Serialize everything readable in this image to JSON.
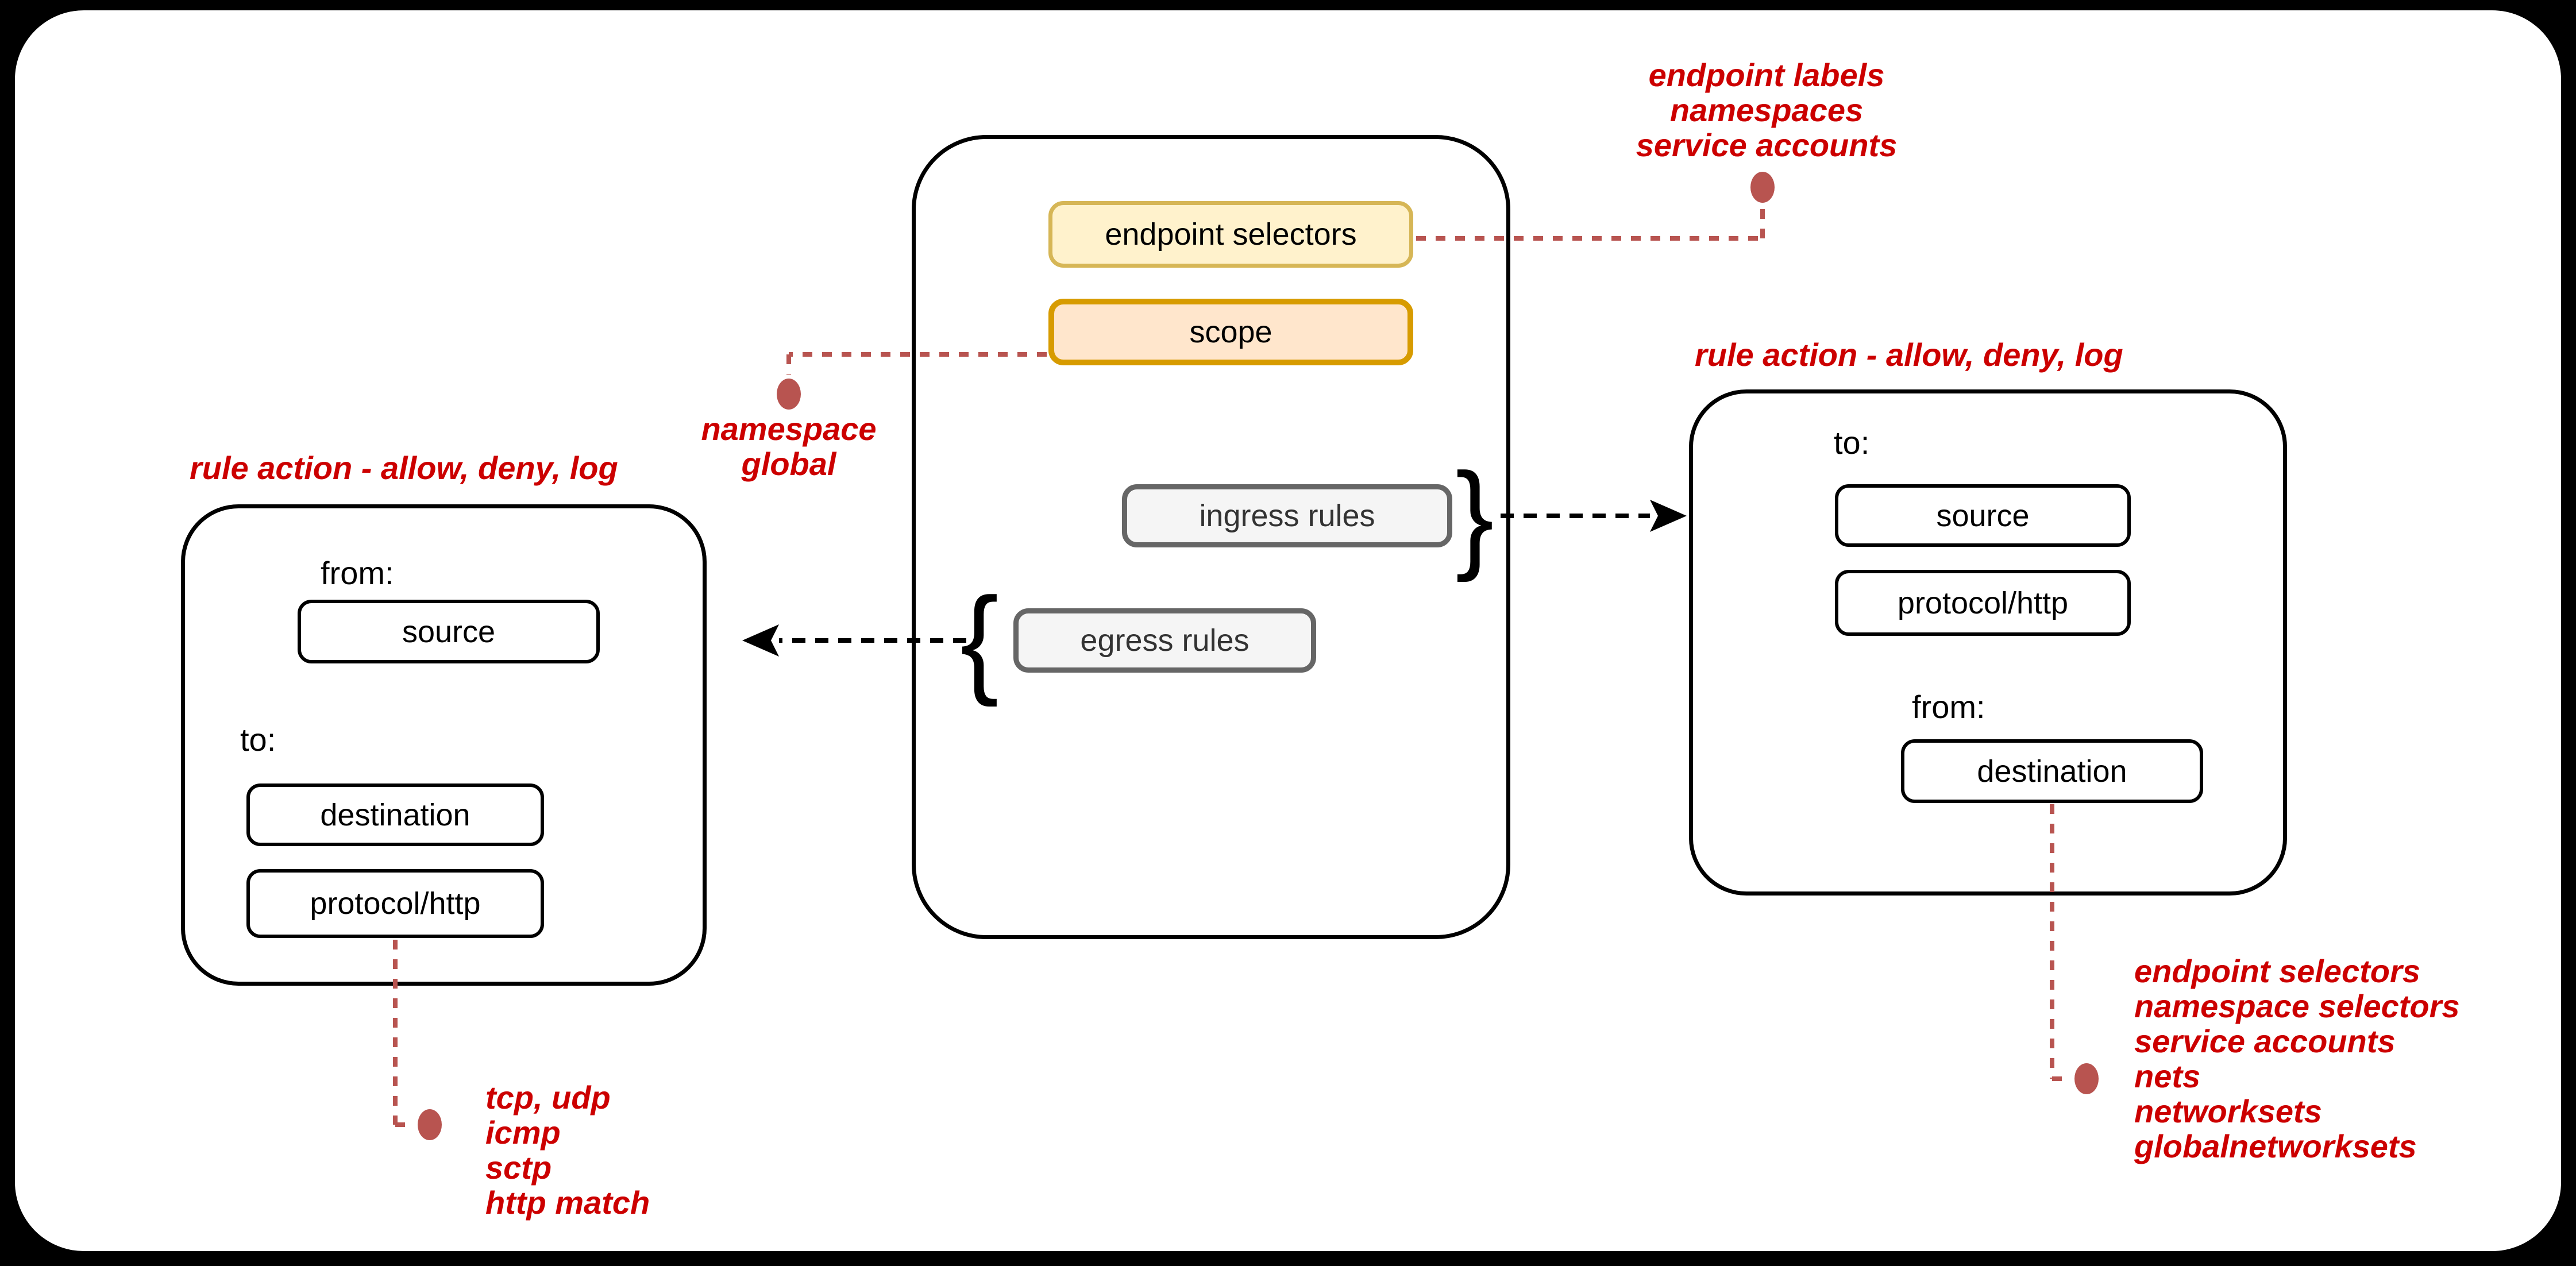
{
  "colors": {
    "canvas_bg": "#000000",
    "page_bg": "#ffffff",
    "annotation_red": "#cc0000",
    "connector_red": "#b85450",
    "arrow_black": "#000000",
    "yellow_fill": "#fff2cc",
    "yellow_border": "#d6b656",
    "orange_fill": "#ffe6cc",
    "orange_border": "#d79b00",
    "gray_fill": "#f5f5f5",
    "gray_border": "#666666",
    "gray_text": "#333333",
    "box_border": "#000000"
  },
  "policy": {
    "endpoint_selectors_label": "endpoint selectors",
    "scope_label": "scope",
    "ingress_rules_label": "ingress rules",
    "egress_rules_label": "egress rules",
    "ingress_brace": "}",
    "egress_brace": "{"
  },
  "egress_detail": {
    "title": "rule action - allow, deny, log",
    "from_label": "from:",
    "source_label": "source",
    "to_label": "to:",
    "destination_label": "destination",
    "protocol_label": "protocol/http"
  },
  "ingress_detail": {
    "title": "rule action - allow, deny, log",
    "to_label": "to:",
    "source_label": "source",
    "protocol_label": "protocol/http",
    "from_label": "from:",
    "destination_label": "destination"
  },
  "annotations": {
    "endpoint_selectors_note": {
      "lines": [
        "endpoint labels",
        "namespaces",
        "service accounts"
      ]
    },
    "scope_note": {
      "lines": [
        "namespace",
        "global"
      ]
    },
    "protocol_note": {
      "lines": [
        "tcp, udp",
        "icmp",
        "sctp",
        "http match"
      ]
    },
    "destination_note": {
      "lines": [
        "endpoint selectors",
        "namespace selectors",
        "service accounts",
        "nets",
        "networksets",
        "globalnetworksets"
      ]
    }
  }
}
